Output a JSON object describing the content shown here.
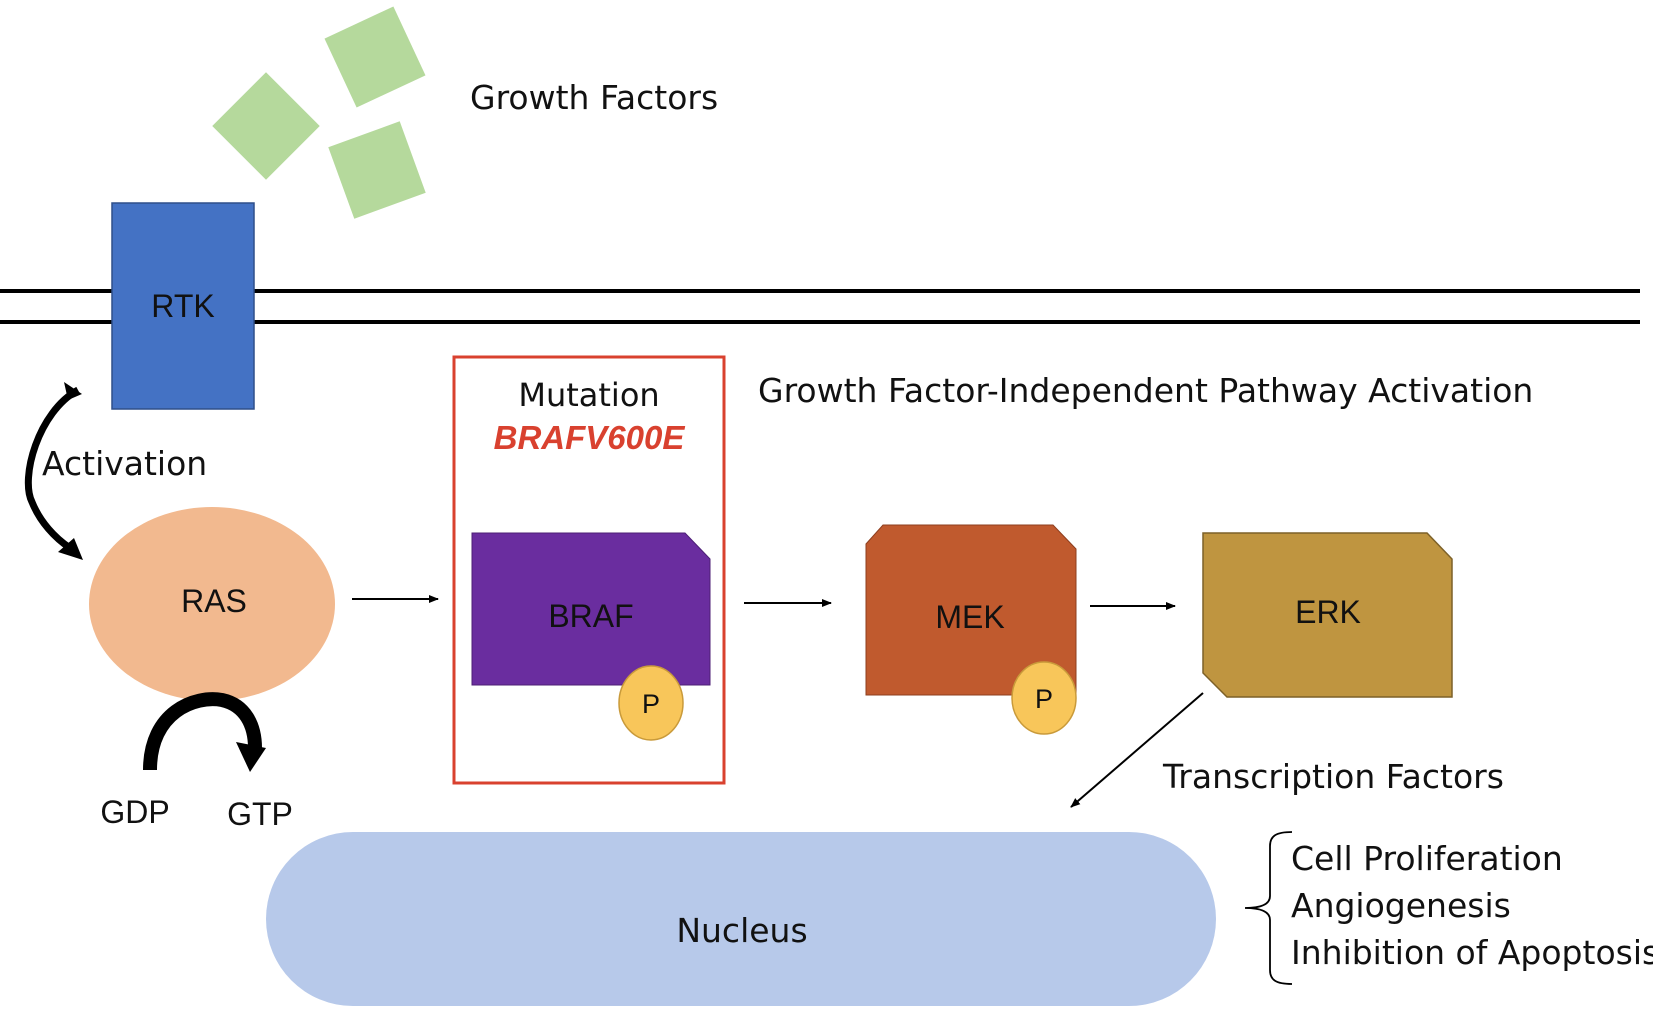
{
  "labels": {
    "growth_factors": "Growth Factors",
    "rtk": "RTK",
    "activation": "Activation",
    "ras": "RAS",
    "gdp": "GDP",
    "gtp": "GTP",
    "mutation": "Mutation",
    "mutation_name": "BRAFV600E",
    "independent_activation": "Growth Factor-Independent Pathway Activation",
    "braf": "BRAF",
    "mek": "MEK",
    "erk": "ERK",
    "phospho": "P",
    "transcription_factors": "Transcription Factors",
    "nucleus": "Nucleus"
  },
  "outcomes": [
    "Cell Proliferation",
    "Angiogenesis",
    "Inhibition of Apoptosis"
  ],
  "colors": {
    "growth_factor": "#b5d99c",
    "rtk": "#4472c4",
    "ras": "#f2b98f",
    "mutation_box": "#d9412f",
    "mutation_text": "#d9412f",
    "braf": "#6a2d9f",
    "mek": "#c05a2e",
    "erk": "#bf9540",
    "phospho": "#f8c65a",
    "nucleus": "#b7c9ea",
    "line": "#000000"
  }
}
